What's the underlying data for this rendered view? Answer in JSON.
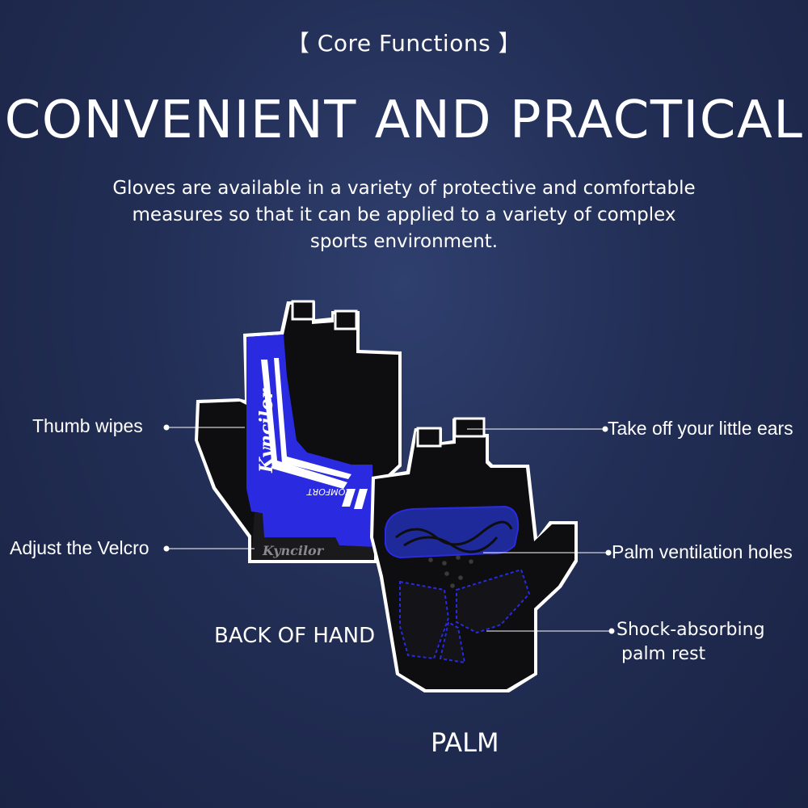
{
  "section_tag": "【 Core Functions 】",
  "headline": "CONVENIENT AND PRACTICAL",
  "description": [
    "Gloves are available in a variety of protective and comfortable",
    "measures so that it can be applied to a variety of complex",
    "sports environment."
  ],
  "callouts": {
    "thumb_wipes": "Thumb wipes",
    "adjust_velcro": "Adjust the Velcro",
    "take_off_ears": "Take off your little ears",
    "palm_holes": "Palm ventilation holes",
    "shock_line1": "Shock-absorbing",
    "shock_line2": "palm rest"
  },
  "labels": {
    "back_of_hand": "BACK OF HAND",
    "palm": "PALM"
  },
  "brand": {
    "logo_text": "Kyncilor",
    "comfort_text": "COMFORT"
  },
  "colors": {
    "accent_blue": "#2a2ae0",
    "glove_black": "#0e0e10"
  }
}
